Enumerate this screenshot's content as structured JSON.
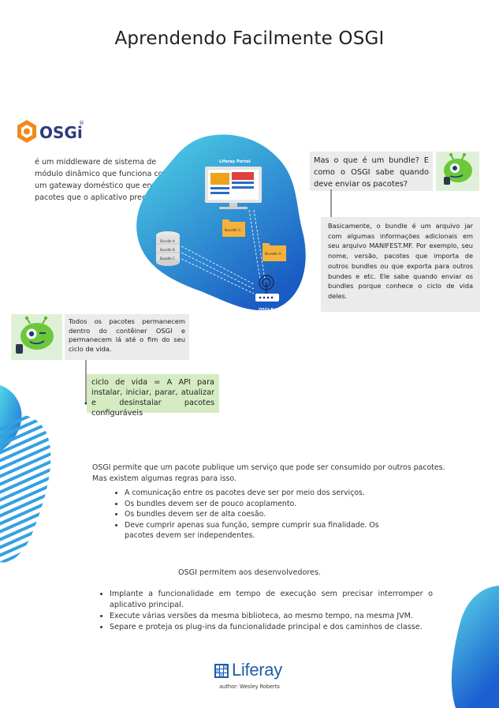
{
  "title": "Aprendendo Facilmente OSGI",
  "logo": {
    "brand": "OSGi",
    "mark": "®"
  },
  "intro": "é um middleware de sistema de módulo dinâmico que funciona como um gateway doméstico que envia os pacotes que o aplicativo precisa.",
  "diagram": {
    "portal_label": "Liferay Portal",
    "framework_label": "OSGI Framework",
    "bundles": [
      "Bundle A",
      "Bundle B",
      "Bundle C"
    ],
    "folder_c": "Bundle C",
    "folder_a": "Bundle A"
  },
  "question": "Mas o que é um bundle? E como o OSGI sabe quando deve enviar os pacotes?",
  "answer": "Basicamente, o bundle é um arquivo jar com algumas informações adicionais em seu arquivo MANIFEST.MF. Por exemplo, seu nome, versão, pacotes que importa de outros bundles ou que exporta para outros bundes e etc. Ele sabe quando enviar os bundles porque conhece o ciclo de vida deles.",
  "container_note": "Todos os pacotes permanecem dentro do contêiner OSGI e permanecem lá até o fim do seu ciclo de vida.",
  "lifecycle_note": "ciclo de vida = A API para instalar, iniciar, parar, atualizar e desinstalar pacotes configuráveis",
  "services_paragraph": "OSGI permite que um pacote publique um serviço que pode ser consumido por outros pacotes. Mas existem algumas regras para isso.",
  "rules": [
    "A comunicação entre os pacotes deve ser por meio dos serviços.",
    "Os bundles devem ser de pouco acoplamento.",
    "Os bundles devem ser de alta coesão.",
    "Deve cumprir apenas sua função, sempre cumprir sua finalidade. Os pacotes devem ser independentes."
  ],
  "dev_heading": "OSGI permitem aos desenvolvedores.",
  "dev_items": [
    "Implante a funcionalidade em tempo de execução sem precisar interromper o aplicativo principal.",
    "Execute várias versões da mesma biblioteca, ao mesmo tempo, na mesma JVM.",
    "Separe e proteja os plug-ins da funcionalidade principal e dos caminhos de classe."
  ],
  "footer": {
    "brand": "Liferay",
    "author": "author: Wesley Roberts"
  },
  "colors": {
    "accent_blue": "#1e5da8",
    "osgi_orange": "#f08a1c",
    "note_gray": "#ebebeb",
    "note_green": "#d5ecc2",
    "robot_bg": "#dff0d8"
  }
}
